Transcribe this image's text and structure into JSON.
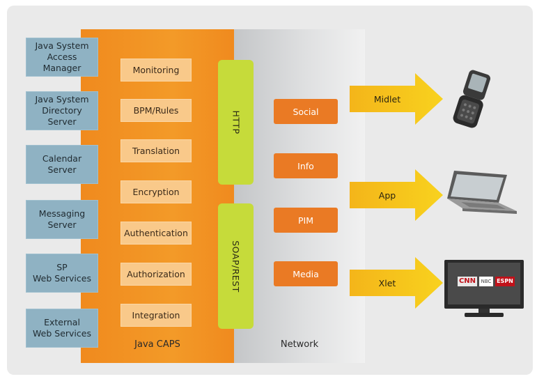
{
  "colors": {
    "panel_bg": "#eaeaea",
    "java_caps": "#f08a1e",
    "network": "#d6d7d8",
    "service": "#8fb2c3",
    "module": "#f9c98a",
    "protocol": "#c6db3a",
    "channel": "#ea7a24",
    "arrow": "#f6c51e"
  },
  "services": [
    "Java System\nAccess Manager",
    "Java System\nDirectory Server",
    "Calendar\nServer",
    "Messaging\nServer",
    "SP\nWeb Services",
    "External\nWeb Services"
  ],
  "modules": [
    "Monitoring",
    "BPM/Rules",
    "Translation",
    "Encryption",
    "Authentication",
    "Authorization",
    "Integration"
  ],
  "protocols": [
    "HTTP",
    "SOAP/REST"
  ],
  "channels": [
    "Social",
    "Info",
    "PIM",
    "Media"
  ],
  "outputs": [
    {
      "label": "Midlet",
      "device": "mobile-phone-icon"
    },
    {
      "label": "App",
      "device": "laptop-icon"
    },
    {
      "label": "Xlet",
      "device": "television-icon"
    }
  ],
  "tv_logos": [
    "CNN",
    "NBC",
    "ESPN"
  ],
  "labels": {
    "java_caps": "Java CAPS",
    "network": "Network"
  }
}
